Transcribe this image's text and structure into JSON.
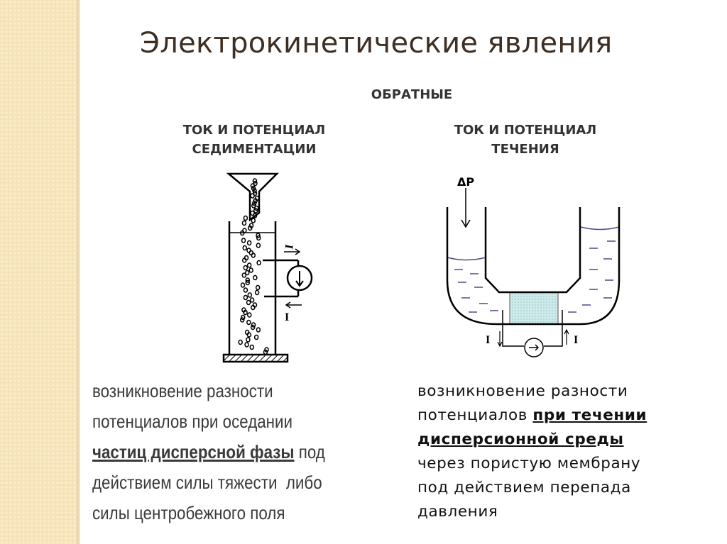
{
  "title": "Электрокинетические явления",
  "section_heading": "ОБРАТНЫЕ",
  "left": {
    "heading_line1": "ТОК И ПОТЕНЦИАЛ",
    "heading_line2": "СЕДИМЕНТАЦИИ",
    "diagram_labels": {
      "current_top": "I",
      "current_bottom": "I"
    },
    "text": {
      "line1": "возникновение разности",
      "line2": "потенциалов при оседании",
      "line3_bold": "частиц дисперсной фазы",
      "line3_rest": " под",
      "line4": "действием силы тяжести  либо",
      "line5": "силы центробежного поля"
    }
  },
  "right": {
    "heading_line1": "ТОК И ПОТЕНЦИАЛ",
    "heading_line2": "ТЕЧЕНИЯ",
    "diagram_labels": {
      "pressure": "ΔP",
      "current_left": "I",
      "current_right": "I"
    },
    "text": {
      "line1": "возникновение разности",
      "line2_plain": "потенциалов ",
      "line2_bold": "при течении",
      "line3_bold": "дисперсионной среды",
      "line4": "через пористую мембрану",
      "line5": "под действием перепада",
      "line6": "давления"
    }
  },
  "colors": {
    "strip": "#f5e3b8",
    "title": "#3e2f23",
    "liquid": "#4a4a8a",
    "membrane": "#bfe3e3"
  }
}
